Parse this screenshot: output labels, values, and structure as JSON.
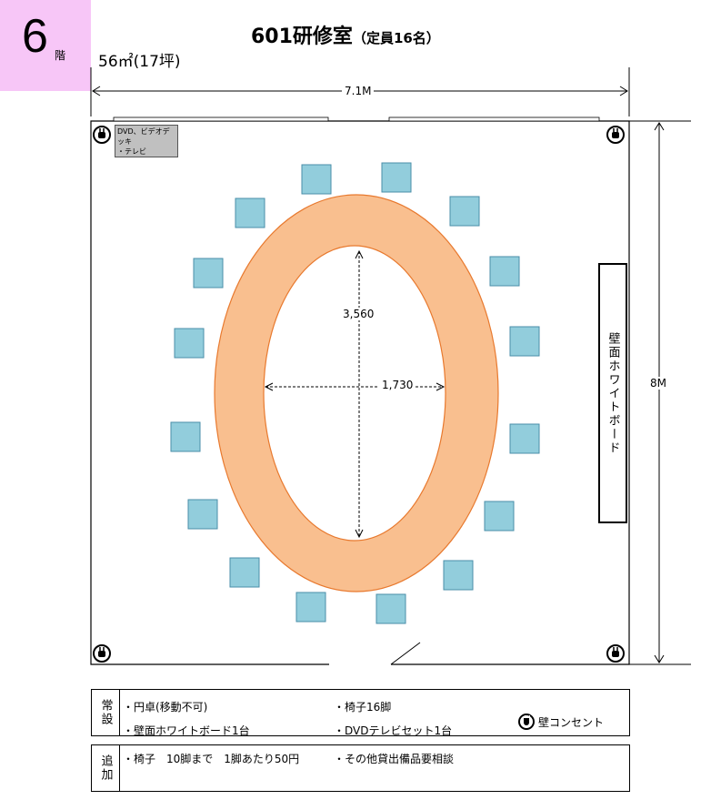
{
  "floor": {
    "number": "6",
    "unit": "階"
  },
  "title": {
    "name": "601研修室",
    "capacity": "（定員16名）"
  },
  "area": "56㎡(17坪)",
  "dimensions": {
    "width": "7.1M",
    "height": "8M",
    "inner_length": "3,560",
    "inner_width": "1,730"
  },
  "equipment_box": {
    "line1": "DVD、ビデオデッキ",
    "line2": "・テレビ"
  },
  "whiteboard": "壁面ホワイトボード",
  "standard": {
    "header": "常設",
    "items": [
      "・円卓(移動不可)",
      "・椅子16脚",
      "・壁面ホワイトボード1台",
      "・DVDテレビセット1台"
    ]
  },
  "additional": {
    "header": "追加",
    "items": [
      "・椅子　10脚まで　1脚あたり50円",
      "・その他貸出備品要相談"
    ]
  },
  "legend": "壁コンセント",
  "colors": {
    "badge": "#f7c6f7",
    "table": "#f9bf8f",
    "table_stroke": "#e8792e",
    "chair": "#92cddc",
    "chair_stroke": "#4a8ea8",
    "equipment": "#c0c0c0"
  },
  "chairs_count": 16
}
